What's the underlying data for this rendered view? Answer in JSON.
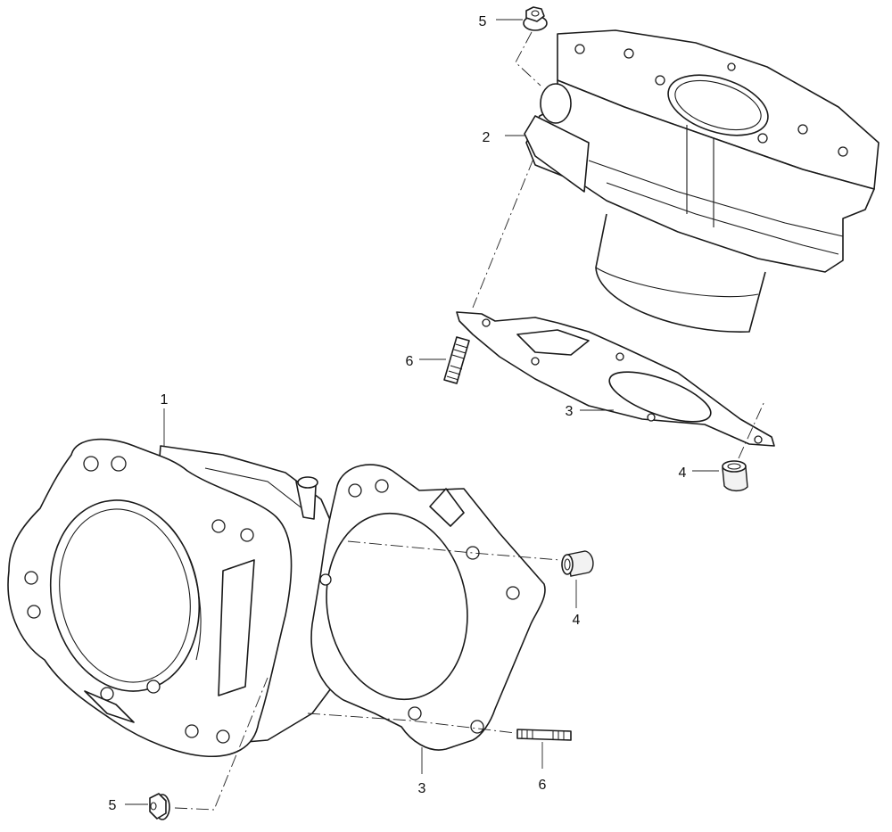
{
  "callouts": [
    {
      "id": "c5-top",
      "text": "5"
    },
    {
      "id": "c2",
      "text": "2"
    },
    {
      "id": "c6-top",
      "text": "6"
    },
    {
      "id": "c3-top",
      "text": "3"
    },
    {
      "id": "c4-top",
      "text": "4"
    },
    {
      "id": "c1",
      "text": "1"
    },
    {
      "id": "c4-mid",
      "text": "4"
    },
    {
      "id": "c3-bottom",
      "text": "3"
    },
    {
      "id": "c6-bottom",
      "text": "6"
    },
    {
      "id": "c5-bottom",
      "text": "5"
    }
  ],
  "colors": {
    "line": "#1a1a1a",
    "background": "#ffffff"
  }
}
